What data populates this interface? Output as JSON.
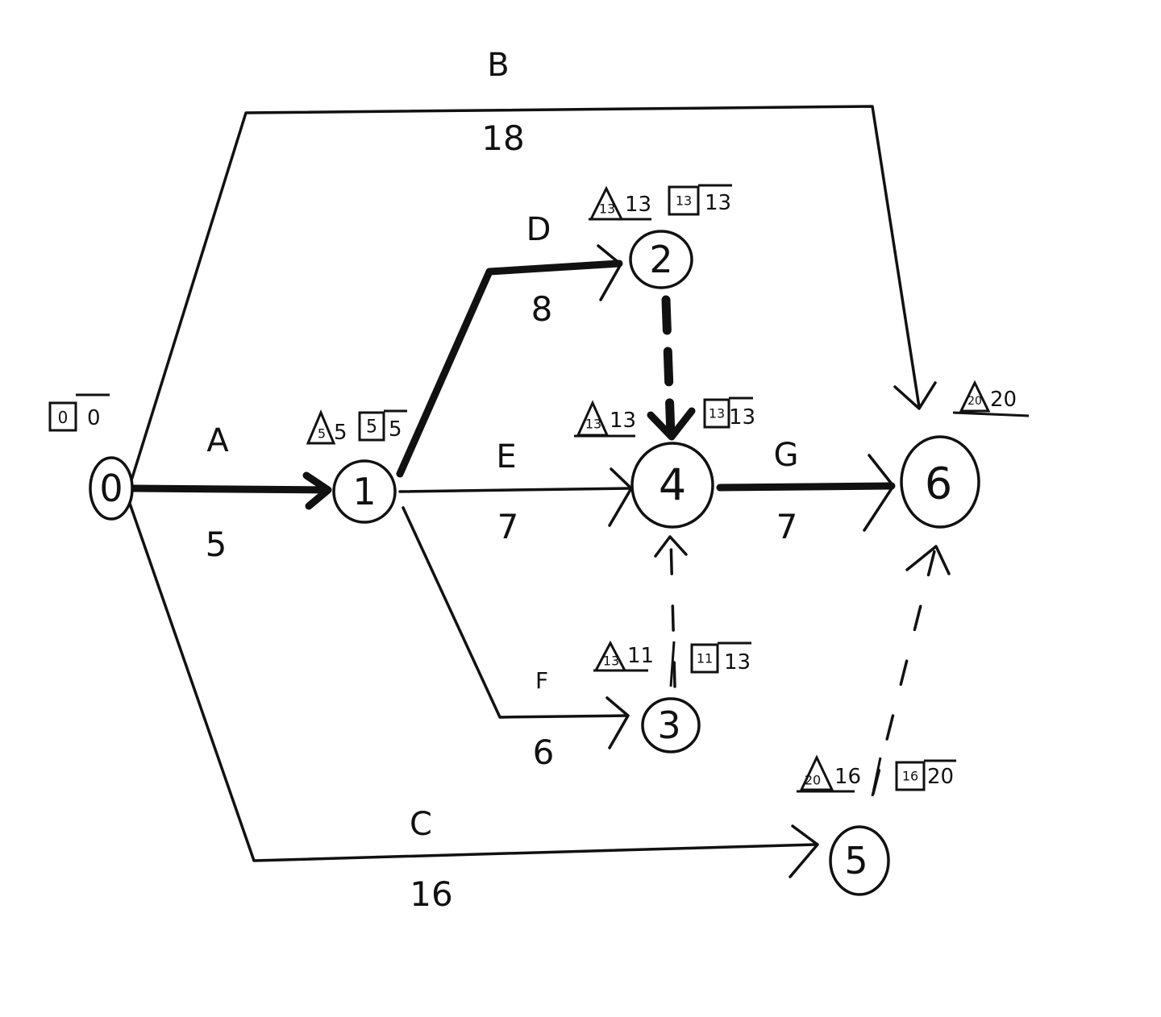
{
  "nodes": [
    {
      "id": "0"
    },
    {
      "id": "1"
    },
    {
      "id": "2"
    },
    {
      "id": "3"
    },
    {
      "id": "4"
    },
    {
      "id": "5"
    },
    {
      "id": "6"
    }
  ],
  "activities": [
    {
      "name": "A",
      "duration": "5",
      "from": "0",
      "to": "1",
      "critical": true
    },
    {
      "name": "B",
      "duration": "18",
      "from": "0",
      "to": "6",
      "critical": false
    },
    {
      "name": "C",
      "duration": "16",
      "from": "0",
      "to": "5",
      "critical": false
    },
    {
      "name": "D",
      "duration": "8",
      "from": "1",
      "to": "2",
      "critical": true
    },
    {
      "name": "E",
      "duration": "7",
      "from": "1",
      "to": "4",
      "critical": false
    },
    {
      "name": "F",
      "duration": "6",
      "from": "1",
      "to": "3",
      "critical": false
    },
    {
      "name": "G",
      "duration": "7",
      "from": "4",
      "to": "6",
      "critical": true
    }
  ],
  "dummies": [
    {
      "from": "2",
      "to": "4",
      "critical": true
    },
    {
      "from": "3",
      "to": "4",
      "critical": false
    },
    {
      "from": "5",
      "to": "6",
      "critical": false
    }
  ],
  "annotations": {
    "node0": {
      "box_in": "0",
      "box_out": "0"
    },
    "node1": {
      "tri_in": "5",
      "tri_out": "5",
      "box_in": "5",
      "box_out": "5"
    },
    "node2": {
      "tri_in": "13",
      "tri_out": "13",
      "box_in": "13",
      "box_out": "13"
    },
    "node3": {
      "tri_in": "13",
      "tri_out": "11",
      "box_in": "11",
      "box_out": "13"
    },
    "node4": {
      "tri_in": "13",
      "tri_out": "13",
      "box_in": "13",
      "box_out": "13"
    },
    "node5": {
      "tri_in": "20",
      "tri_out": "16",
      "box_in": "16",
      "box_out": "20"
    },
    "node6": {
      "tri_in": "20",
      "tri_out": "20"
    }
  }
}
